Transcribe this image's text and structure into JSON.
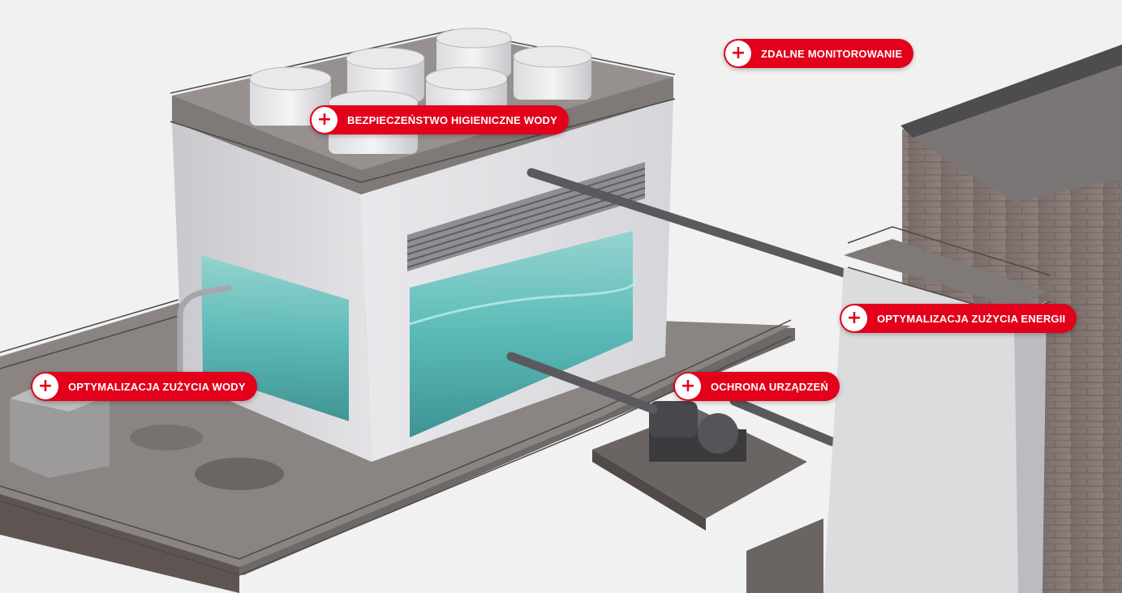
{
  "colors": {
    "accent": "#e2001a",
    "background": "#f1f1f1",
    "water": "#4fb7b3"
  },
  "icons": {
    "hotspot": "plus-icon"
  },
  "hotspots": [
    {
      "id": "remote-monitoring",
      "label": "ZDALNE MONITOROWANIE"
    },
    {
      "id": "water-hygiene",
      "label": "BEZPIECZEŃSTWO HIGIENICZNE WODY"
    },
    {
      "id": "energy",
      "label": "OPTYMALIZACJA ZUŻYCIA ENERGII"
    },
    {
      "id": "water-usage",
      "label": "OPTYMALIZACJA ZUŻYCIA WODY"
    },
    {
      "id": "equipment",
      "label": "OCHRONA URZĄDZEŃ"
    }
  ]
}
